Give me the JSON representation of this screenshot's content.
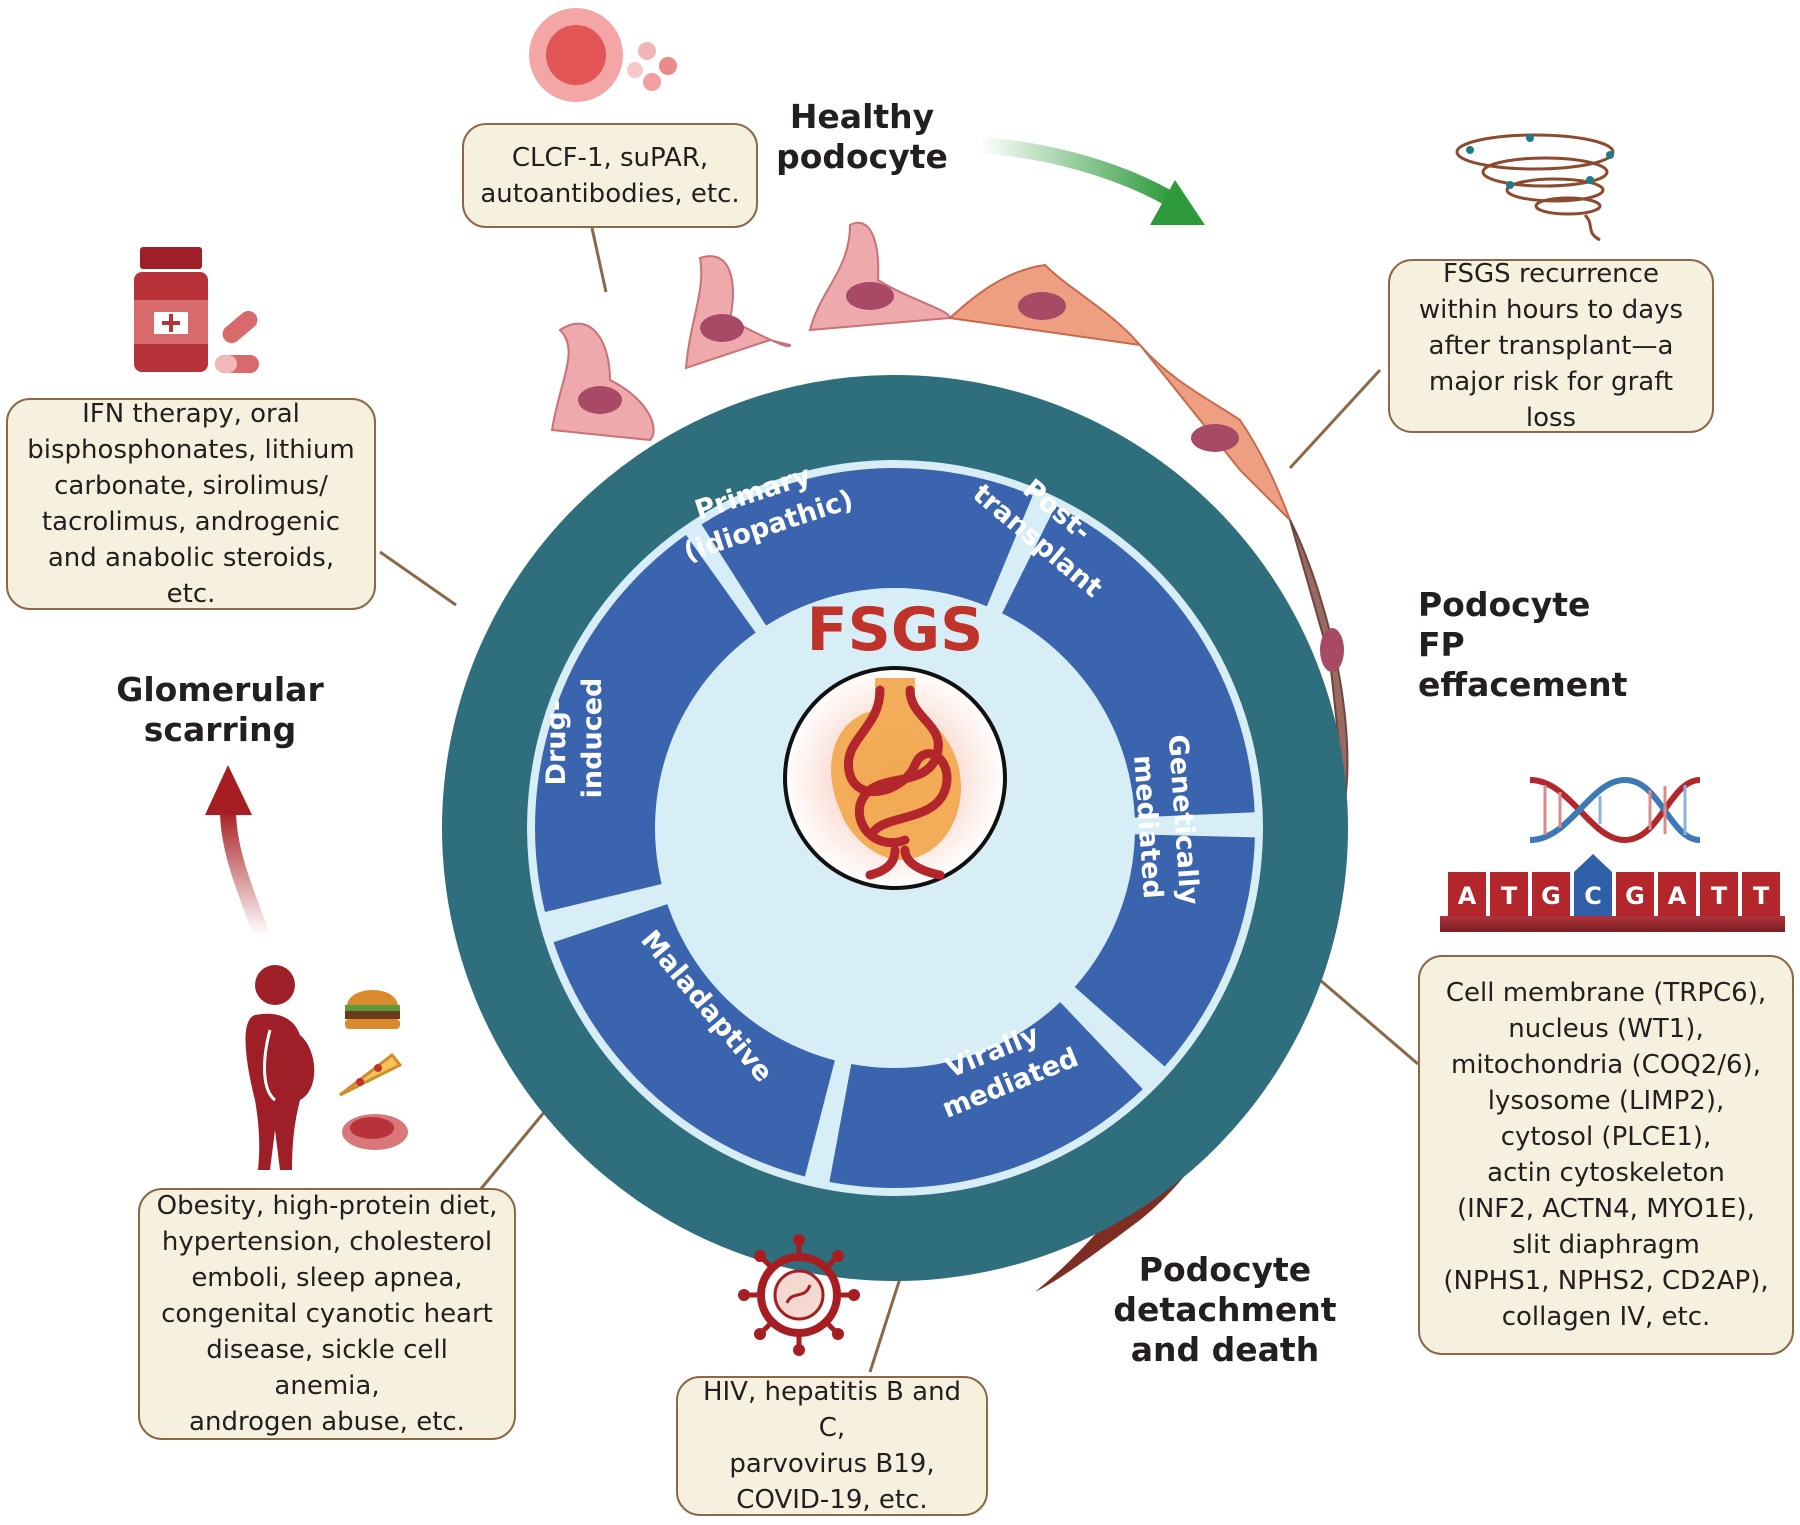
{
  "center": {
    "title": "FSGS"
  },
  "segments": {
    "primary": [
      "Primary",
      "(idiopathic)"
    ],
    "post_transplant": [
      "Post-",
      "transplant"
    ],
    "genetic": [
      "Genetically",
      "mediated"
    ],
    "viral": [
      "Virally",
      "mediated"
    ],
    "maladaptive": [
      "Maladaptive"
    ],
    "drug": [
      "Drug-",
      "induced"
    ]
  },
  "stage_labels": {
    "healthy": [
      "Healthy",
      "podocyte"
    ],
    "effacement": [
      "Podocyte FP",
      "effacement"
    ],
    "detachment": [
      "Podocyte",
      "detachment",
      "and death"
    ],
    "scarring": [
      "Glomerular",
      "scarring"
    ]
  },
  "boxes": {
    "primary": [
      "CLCF-1, suPAR,",
      "autoantibodies, etc."
    ],
    "post_transplant": [
      "FSGS recurrence",
      "within hours to days",
      "after transplant—a",
      "major risk for graft loss"
    ],
    "genetic": [
      "Cell membrane (TRPC6),",
      "nucleus (WT1),",
      "mitochondria (COQ2/6),",
      "lysosome (LIMP2),",
      "cytosol (PLCE1),",
      "actin cytoskeleton",
      "(INF2, ACTN4, MYO1E),",
      "slit diaphragm",
      "(NPHS1, NPHS2, CD2AP),",
      "collagen IV, etc."
    ],
    "viral": [
      "HIV, hepatitis B and C,",
      "parvovirus B19,",
      "COVID-19, etc."
    ],
    "maladaptive": [
      "Obesity, high-protein diet,",
      "hypertension, cholesterol",
      "emboli, sleep apnea,",
      "congenital cyanotic heart",
      "disease, sickle cell anemia,",
      "androgen abuse, etc."
    ],
    "drug": [
      "IFN therapy, oral",
      "bisphosphonates, lithium",
      "carbonate, sirolimus/",
      "tacrolimus, androgenic",
      "and anabolic steroids, etc."
    ]
  },
  "dna_letters": [
    "A",
    "T",
    "G",
    "C",
    "G",
    "A",
    "T",
    "T"
  ],
  "icons": [
    "blood-cells-icon",
    "medicine-bottle-icon",
    "pill-icon",
    "coiled-protein-icon",
    "dna-helix-icon",
    "virus-icon",
    "obese-person-icon",
    "burger-icon",
    "pizza-icon",
    "steak-icon",
    "glomerulus-icon"
  ],
  "colors": {
    "outer_ring": "#2f6e7c",
    "segment": "#3a64ae",
    "inner_disc": "#d8eef6",
    "title_red": "#c0332b",
    "box_fill": "#f6f1df",
    "box_border": "#8a6848"
  }
}
